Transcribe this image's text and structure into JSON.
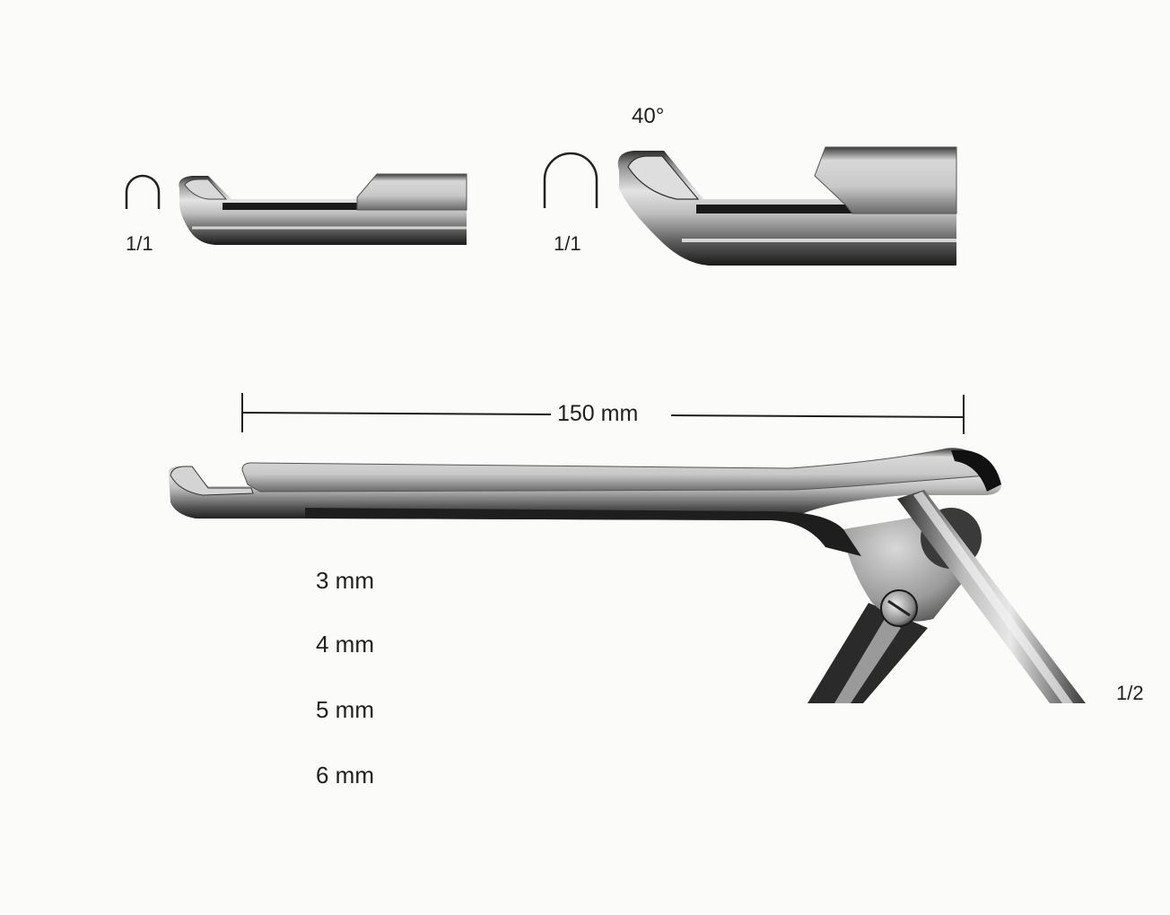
{
  "tip_small": {
    "scale": "1/1"
  },
  "tip_large": {
    "angle": "40°",
    "scale": "1/1"
  },
  "instrument": {
    "length": "150 mm",
    "scale": "1/2"
  },
  "sizes": [
    "3 mm",
    "4 mm",
    "5 mm",
    "6 mm"
  ]
}
